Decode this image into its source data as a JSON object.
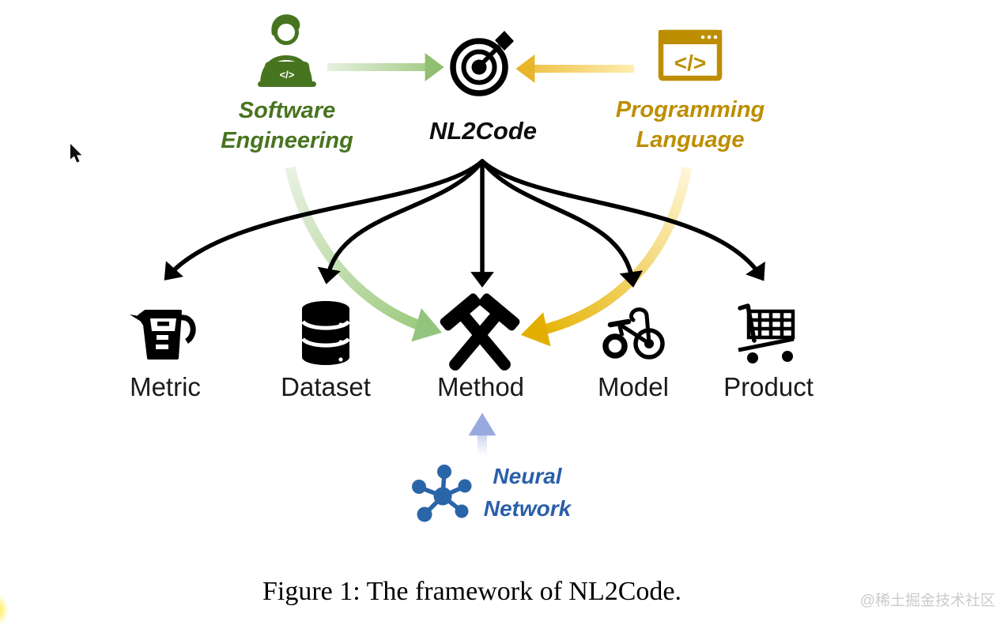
{
  "figure": {
    "top_nodes": {
      "software_engineering": {
        "line1": "Software",
        "line2": "Engineering"
      },
      "nl2code": {
        "label": "NL2Code"
      },
      "programming_language": {
        "line1": "Programming",
        "line2": "Language"
      }
    },
    "output_nodes": [
      {
        "id": "metric",
        "label": "Metric",
        "icon": "measuring-cup-icon"
      },
      {
        "id": "dataset",
        "label": "Dataset",
        "icon": "database-icon"
      },
      {
        "id": "method",
        "label": "Method",
        "icon": "crossed-hammers-icon"
      },
      {
        "id": "model",
        "label": "Model",
        "icon": "tricycle-icon"
      },
      {
        "id": "product",
        "label": "Product",
        "icon": "shopping-cart-icon"
      }
    ],
    "neural_network": {
      "line1": "Neural",
      "line2": "Network"
    },
    "icon_glyphs": {
      "code_tag": "</>"
    },
    "caption": "Figure 1: The framework of NL2Code.",
    "watermark": "@稀土掘金技术社区",
    "colors": {
      "green": "#47741f",
      "green_arrow_light": "#e6f0de",
      "green_arrow_dark": "#93c47d",
      "gold": "#bd8e00",
      "gold_arrow_light": "#fff3cc",
      "gold_arrow_dark": "#e2ae00",
      "blue": "#2a5fa8",
      "blue_arrow": "#8fa3dc",
      "black": "#000000",
      "watermark_gray": "#cbcbcb"
    }
  }
}
